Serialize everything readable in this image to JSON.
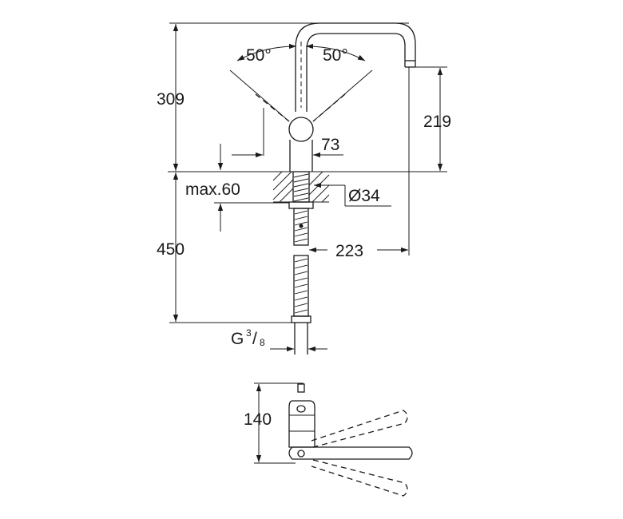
{
  "dimensions": {
    "total_height_above": "309",
    "spout_height": "219",
    "angle_left": "50°",
    "angle_right": "50°",
    "lever_offset": "73",
    "max_thickness": "max.60",
    "hole_diameter": "Ø34",
    "spout_reach": "223",
    "below_length": "450",
    "connection_thread_base": "G",
    "connection_thread_num": "3",
    "connection_thread_den": "8",
    "top_view_depth": "140"
  },
  "colors": {
    "line": "#1a1a1a",
    "background": "#ffffff"
  }
}
